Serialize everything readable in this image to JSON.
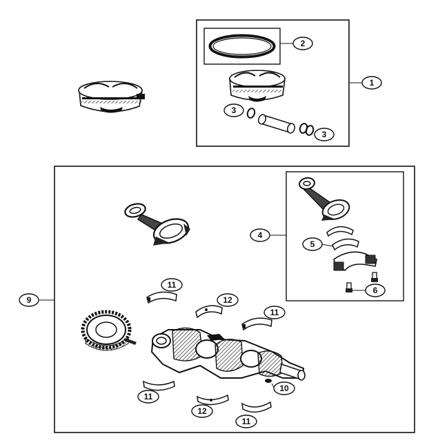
{
  "callouts": {
    "c1": "1",
    "c2": "2",
    "c3a": "3",
    "c3b": "3",
    "c4": "4",
    "c5": "5",
    "c6": "6",
    "c9": "9",
    "c10": "10",
    "c11a": "11",
    "c11b": "11",
    "c11c": "11",
    "c11d": "11",
    "c12a": "12",
    "c12b": "12"
  }
}
